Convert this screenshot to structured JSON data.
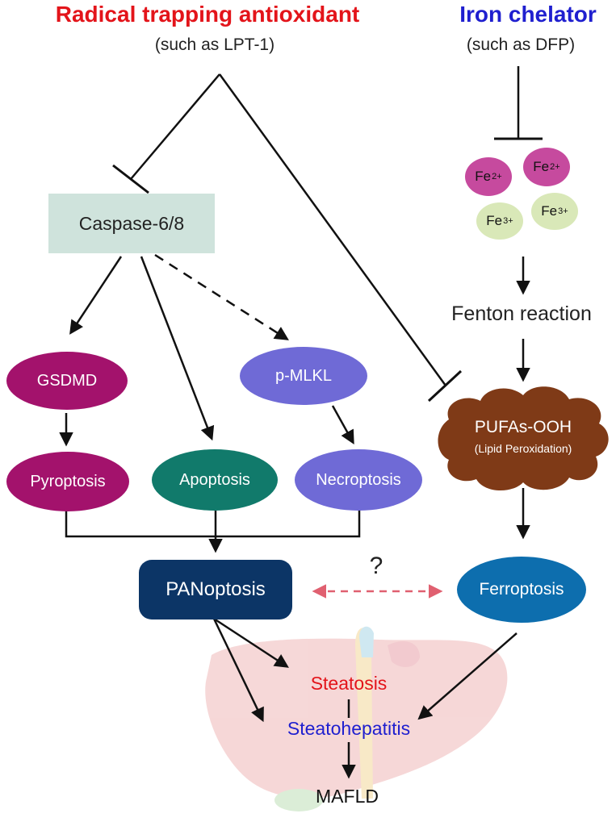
{
  "left_title": "Radical trapping antioxidant",
  "left_subtitle": "(such as LPT-1)",
  "right_title": "Iron chelator",
  "right_subtitle": "(such as DFP)",
  "caspase": "Caspase-6/8",
  "gsdmd": "GSDMD",
  "pmlkl": "p-MLKL",
  "pyroptosis": "Pyroptosis",
  "apoptosis": "Apoptosis",
  "necroptosis": "Necroptosis",
  "panoptosis": "PANoptosis",
  "question": "?",
  "ferroptosis": "Ferroptosis",
  "fenton": "Fenton reaction",
  "pufas": "PUFAs-OOH",
  "pufas_sub": "(Lipid Peroxidation)",
  "iron": {
    "fe2_base": "Fe",
    "fe2_charge": "2+",
    "fe3_base": "Fe",
    "fe3_charge": "3+"
  },
  "steatosis": "Steatosis",
  "steatohepatitis": "Steatohepatitis",
  "mafld": "MAFLD",
  "colors": {
    "red_title": "#e3141a",
    "blue_title": "#1f1fcf",
    "caspase_box": "#cfe3dc",
    "gsdmd_pyroptosis": "#a3126c",
    "pmlkl_necroptosis": "#6f6ad6",
    "apoptosis": "#117a6b",
    "panoptosis": "#0c3566",
    "ferroptosis": "#0d6eae",
    "pufas_cloud": "#7f3a17",
    "fe2": "#c64a9e",
    "fe3": "#d9e8b8",
    "dashed_pink": "#e06070",
    "liver": "#efb8b8"
  }
}
